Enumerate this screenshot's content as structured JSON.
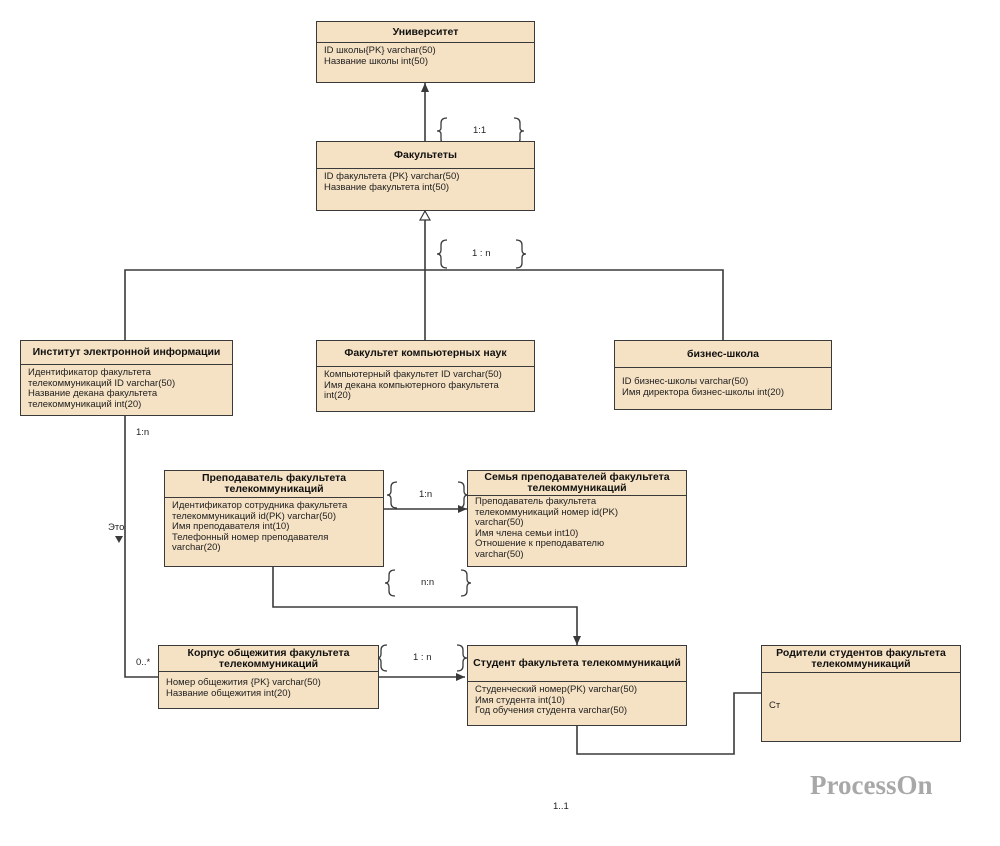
{
  "entities": {
    "university": {
      "title": "Университет",
      "fields": [
        "ID школы{PK} varchar(50)",
        "Название школы int(50)"
      ]
    },
    "faculties": {
      "title": "Факультеты",
      "fields": [
        "ID факультета {PK} varchar(50)",
        "Название факультета int(50)"
      ]
    },
    "institute": {
      "title": "Институт электронной информации",
      "fields": [
        "Идентификатор факультета",
        "телекоммуникаций ID varchar(50)",
        "Название декана факультета",
        "телекоммуникаций int(20)"
      ]
    },
    "cs_faculty": {
      "title": "Факультет компьютерных наук",
      "fields": [
        "Компьютерный факультет ID varchar(50)",
        "Имя декана компьютерного факультета",
        "int(20)"
      ]
    },
    "business_school": {
      "title": "бизнес-школа",
      "fields": [
        "ID бизнес-школы varchar(50)",
        "Имя директора бизнес-школы int(20)"
      ]
    },
    "teacher": {
      "title": "Преподаватель факультета телекоммуникаций",
      "fields": [
        "Идентификатор сотрудника факультета",
        "телекоммуникаций id(PK) varchar(50)",
        "Имя преподавателя int(10)",
        "Телефонный номер преподавателя",
        "varchar(20)"
      ]
    },
    "teacher_family": {
      "title": "Семья преподавателей факультета телекоммуникаций",
      "fields": [
        "Преподаватель факультета",
        "телекоммуникаций номер id(PK)",
        "varchar(50)",
        "Имя члена семьи int10)",
        "Отношение к преподавателю",
        "varchar(50)"
      ]
    },
    "dormitory": {
      "title": "Корпус общежития факультета телекоммуникаций",
      "fields": [
        "Номер общежития {PK} varchar(50)",
        "Название общежития int(20)"
      ]
    },
    "student": {
      "title": "Студент факультета телекоммуникаций",
      "fields": [
        "Студенческий номер(PK) varchar(50)",
        "Имя студента int(10)",
        "Год обучения студента varchar(50)"
      ]
    },
    "parents": {
      "title": "Родители студентов факультета телекоммуникаций",
      "fields": [
        "Ст"
      ]
    }
  },
  "relations": {
    "univ_fac": "1:1",
    "fac_depts": "1 : n",
    "inst_dorm_top": "1:n",
    "inst_dorm_bottom": "0..*",
    "inst_dorm_role": "Это",
    "teacher_family": "1:n",
    "teacher_student": "n:n",
    "dorm_student": "1 : n",
    "student_parents": "1..1"
  },
  "watermark": "ProcessOn",
  "colors": {
    "entity_fill": "#f5e1c3",
    "line": "#3a3a3a"
  }
}
